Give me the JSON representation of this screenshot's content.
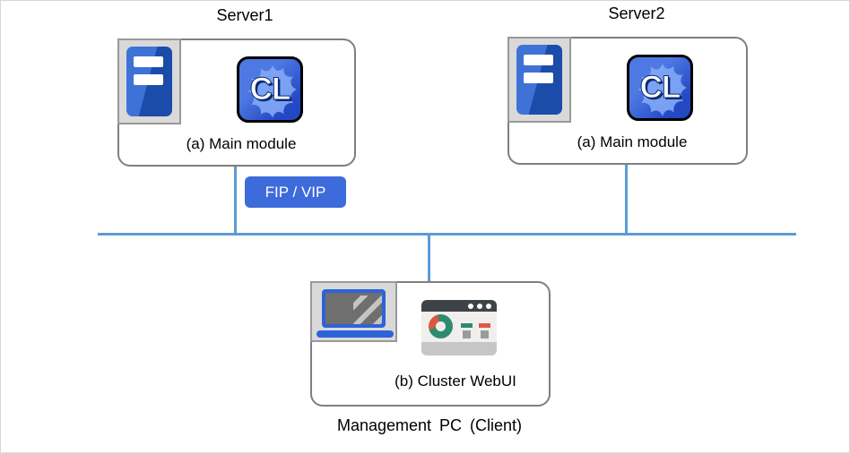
{
  "nodes": {
    "server1": {
      "title": "Server1",
      "module_label": "(a) Main module"
    },
    "server2": {
      "title": "Server2",
      "module_label": "(a) Main module"
    },
    "management_pc": {
      "module_label": "(b) Cluster WebUI",
      "caption": "Management PC (Client)"
    }
  },
  "badges": {
    "fip_vip": "FIP / VIP"
  },
  "icons": {
    "cl_app_text": "CL",
    "server_icon": "server-tower-icon",
    "laptop_icon": "laptop-icon",
    "webui_icon": "browser-dashboard-icon",
    "donut_icon": "donut-chart-icon"
  },
  "colors": {
    "network_line": "#5b9bd5",
    "node_border": "#7f7f7f",
    "badge_blue": "#3d6bdb",
    "device_blue": "#2e62d9",
    "tower_blue_light": "#3f72d6",
    "tower_blue_dark": "#1c4caa",
    "donut_green": "#2e8c6e",
    "donut_red": "#d85941",
    "frame_gray": "#d9d9d9"
  }
}
